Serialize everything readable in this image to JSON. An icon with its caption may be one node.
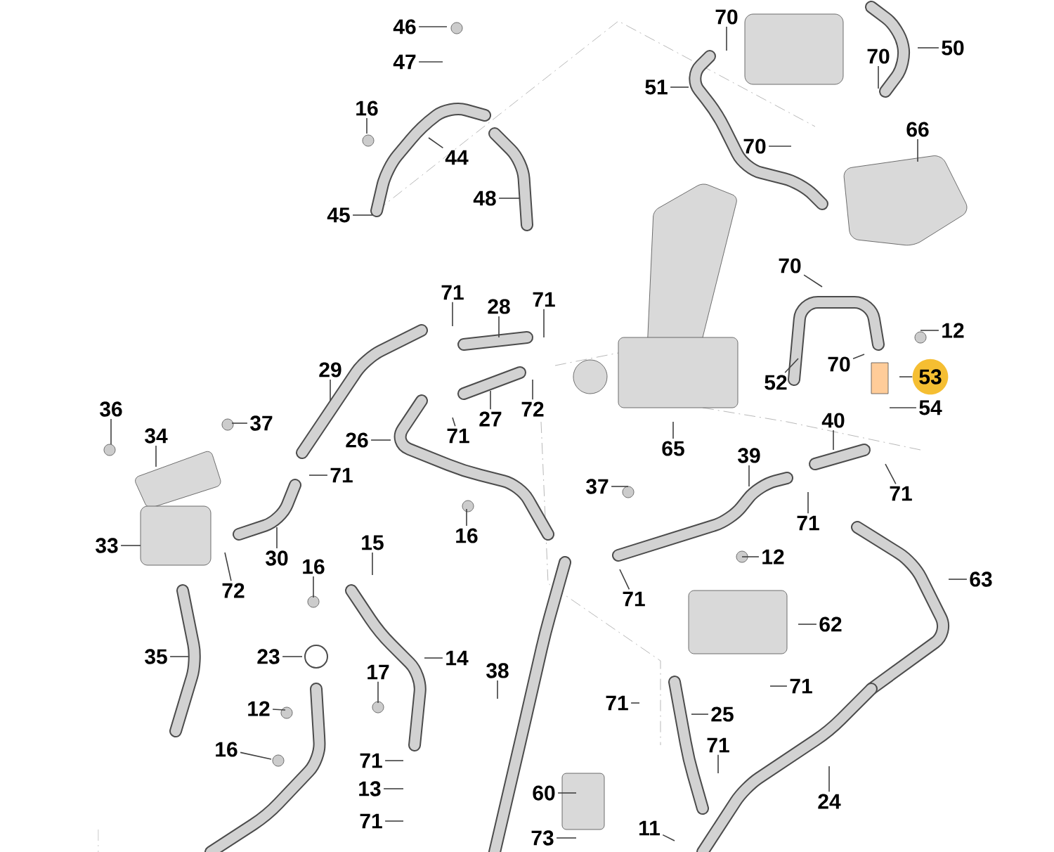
{
  "diagram": {
    "nodes": [
      {
        "text": [
          "46"
        ]
      },
      {
        "text": [
          "47"
        ]
      },
      {
        "text": [
          "51"
        ]
      },
      {
        "text": [
          "70"
        ]
      },
      {
        "text": [
          "70"
        ]
      },
      {
        "text": [
          "50"
        ]
      },
      {
        "text": [
          "16"
        ]
      },
      {
        "text": [
          "44"
        ]
      },
      {
        "text": [
          "70"
        ]
      },
      {
        "text": [
          "66"
        ]
      },
      {
        "text": [
          "45"
        ]
      },
      {
        "text": [
          "48"
        ]
      },
      {
        "text": [
          "70"
        ]
      },
      {
        "text": [
          "71"
        ]
      },
      {
        "text": [
          "28"
        ]
      },
      {
        "text": [
          "71"
        ]
      },
      {
        "text": [
          "12"
        ]
      },
      {
        "text": [
          "29"
        ]
      },
      {
        "text": [
          "70"
        ]
      },
      {
        "text": [
          "53"
        ]
      },
      {
        "text": [
          "52"
        ]
      },
      {
        "text": [
          "72"
        ]
      },
      {
        "text": [
          "27"
        ]
      },
      {
        "text": [
          "36"
        ]
      },
      {
        "text": [
          "37"
        ]
      },
      {
        "text": [
          "54"
        ]
      },
      {
        "text": [
          "34"
        ]
      },
      {
        "text": [
          "26"
        ]
      },
      {
        "text": [
          "71"
        ]
      },
      {
        "text": [
          "65"
        ]
      },
      {
        "text": [
          "40"
        ]
      },
      {
        "text": [
          "39"
        ]
      },
      {
        "text": [
          "71"
        ]
      },
      {
        "text": [
          "37"
        ]
      },
      {
        "text": [
          "71"
        ]
      },
      {
        "text": [
          "71"
        ]
      },
      {
        "text": [
          "33"
        ]
      },
      {
        "text": [
          "16"
        ]
      },
      {
        "text": [
          "30"
        ]
      },
      {
        "text": [
          "72"
        ]
      },
      {
        "text": [
          "15"
        ]
      },
      {
        "text": [
          "12"
        ]
      },
      {
        "text": [
          "71"
        ]
      },
      {
        "text": [
          "16"
        ]
      },
      {
        "text": [
          "63"
        ]
      },
      {
        "text": [
          "62"
        ]
      },
      {
        "text": [
          "14"
        ]
      },
      {
        "text": [
          "35"
        ]
      },
      {
        "text": [
          "23"
        ]
      },
      {
        "text": [
          "38"
        ]
      },
      {
        "text": [
          "17"
        ]
      },
      {
        "text": [
          "71"
        ]
      },
      {
        "text": [
          "25"
        ]
      },
      {
        "text": [
          "71"
        ]
      },
      {
        "text": [
          "12"
        ]
      },
      {
        "text": [
          "16"
        ]
      },
      {
        "text": [
          "71"
        ]
      },
      {
        "text": [
          "71"
        ]
      },
      {
        "text": [
          "13"
        ]
      },
      {
        "text": [
          "60"
        ]
      },
      {
        "text": [
          "24"
        ]
      },
      {
        "text": [
          "71"
        ]
      },
      {
        "text": [
          "11"
        ]
      },
      {
        "text": [
          "73"
        ]
      }
    ],
    "edges": [
      {
        "from": 0,
        "to": null,
        "arrow": "none"
      },
      {
        "from": 1,
        "to": null,
        "arrow": "none"
      },
      {
        "from": 2,
        "to": null,
        "arrow": "none"
      },
      {
        "from": 3,
        "to": null,
        "arrow": "none"
      },
      {
        "from": 4,
        "to": null,
        "arrow": "none"
      },
      {
        "from": 5,
        "to": null,
        "arrow": "none"
      },
      {
        "from": 6,
        "to": null,
        "arrow": "none"
      },
      {
        "from": 7,
        "to": null,
        "arrow": "none"
      },
      {
        "from": 8,
        "to": null,
        "arrow": "none"
      },
      {
        "from": 9,
        "to": null,
        "arrow": "none"
      },
      {
        "from": 10,
        "to": null,
        "arrow": "none"
      },
      {
        "from": 11,
        "to": null,
        "arrow": "none"
      },
      {
        "from": 12,
        "to": null,
        "arrow": "none"
      },
      {
        "from": 13,
        "to": null,
        "arrow": "none"
      },
      {
        "from": 14,
        "to": null,
        "arrow": "none"
      },
      {
        "from": 15,
        "to": null,
        "arrow": "none"
      },
      {
        "from": 16,
        "to": null,
        "arrow": "none"
      },
      {
        "from": 17,
        "to": null,
        "arrow": "none"
      },
      {
        "from": 18,
        "to": null,
        "arrow": "none"
      },
      {
        "from": 19,
        "to": null,
        "arrow": "none"
      },
      {
        "from": 20,
        "to": null,
        "arrow": "none"
      },
      {
        "from": 21,
        "to": null,
        "arrow": "none"
      },
      {
        "from": 22,
        "to": null,
        "arrow": "none"
      },
      {
        "from": 23,
        "to": null,
        "arrow": "none"
      },
      {
        "from": 24,
        "to": null,
        "arrow": "none"
      },
      {
        "from": 25,
        "to": null,
        "arrow": "none"
      },
      {
        "from": 26,
        "to": null,
        "arrow": "none"
      },
      {
        "from": 27,
        "to": null,
        "arrow": "none"
      },
      {
        "from": 28,
        "to": null,
        "arrow": "none"
      },
      {
        "from": 29,
        "to": null,
        "arrow": "none"
      },
      {
        "from": 30,
        "to": null,
        "arrow": "none"
      },
      {
        "from": 31,
        "to": null,
        "arrow": "none"
      },
      {
        "from": 32,
        "to": null,
        "arrow": "none"
      },
      {
        "from": 33,
        "to": null,
        "arrow": "none"
      },
      {
        "from": 34,
        "to": null,
        "arrow": "none"
      },
      {
        "from": 35,
        "to": null,
        "arrow": "none"
      },
      {
        "from": 36,
        "to": null,
        "arrow": "none"
      },
      {
        "from": 37,
        "to": null,
        "arrow": "none"
      },
      {
        "from": 38,
        "to": null,
        "arrow": "none"
      },
      {
        "from": 39,
        "to": null,
        "arrow": "none"
      },
      {
        "from": 40,
        "to": null,
        "arrow": "none"
      },
      {
        "from": 41,
        "to": null,
        "arrow": "none"
      },
      {
        "from": 42,
        "to": null,
        "arrow": "none"
      },
      {
        "from": 43,
        "to": null,
        "arrow": "none"
      },
      {
        "from": 44,
        "to": null,
        "arrow": "none"
      },
      {
        "from": 45,
        "to": null,
        "arrow": "none"
      },
      {
        "from": 46,
        "to": null,
        "arrow": "none"
      },
      {
        "from": 47,
        "to": null,
        "arrow": "none"
      },
      {
        "from": 48,
        "to": null,
        "arrow": "none"
      },
      {
        "from": 49,
        "to": null,
        "arrow": "none"
      },
      {
        "from": 50,
        "to": null,
        "arrow": "none"
      },
      {
        "from": 51,
        "to": null,
        "arrow": "none"
      },
      {
        "from": 52,
        "to": null,
        "arrow": "none"
      },
      {
        "from": 53,
        "to": null,
        "arrow": "none"
      },
      {
        "from": 54,
        "to": null,
        "arrow": "none"
      },
      {
        "from": 55,
        "to": null,
        "arrow": "none"
      },
      {
        "from": 56,
        "to": null,
        "arrow": "none"
      },
      {
        "from": 57,
        "to": null,
        "arrow": "none"
      },
      {
        "from": 58,
        "to": null,
        "arrow": "none"
      },
      {
        "from": 59,
        "to": null,
        "arrow": "none"
      },
      {
        "from": 60,
        "to": null,
        "arrow": "none"
      },
      {
        "from": 61,
        "to": null,
        "arrow": "none"
      },
      {
        "from": 62,
        "to": null,
        "arrow": "none"
      },
      {
        "from": 63,
        "to": null,
        "arrow": "none"
      }
    ]
  }
}
